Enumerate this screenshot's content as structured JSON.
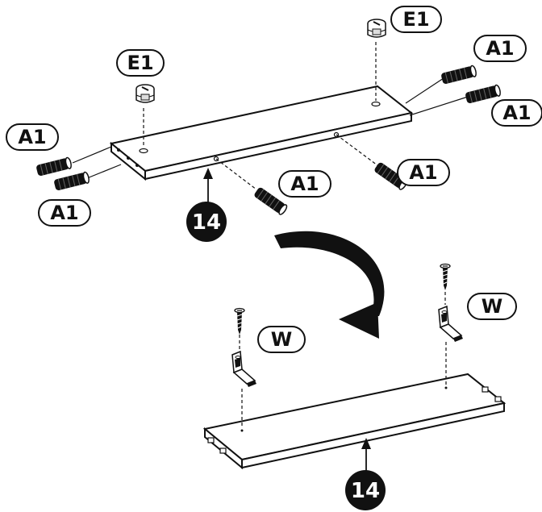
{
  "labels": {
    "e1_left": "E1",
    "e1_right": "E1",
    "a1_top_right_1": "A1",
    "a1_top_right_2": "A1",
    "a1_left_1": "A1",
    "a1_left_2": "A1",
    "a1_center": "A1",
    "a1_center_right": "A1",
    "w_left": "W",
    "w_right": "W"
  },
  "part_numbers": {
    "upper_panel": "14",
    "lower_panel": "14"
  },
  "colors": {
    "ink": "#111111",
    "paper": "#ffffff"
  }
}
